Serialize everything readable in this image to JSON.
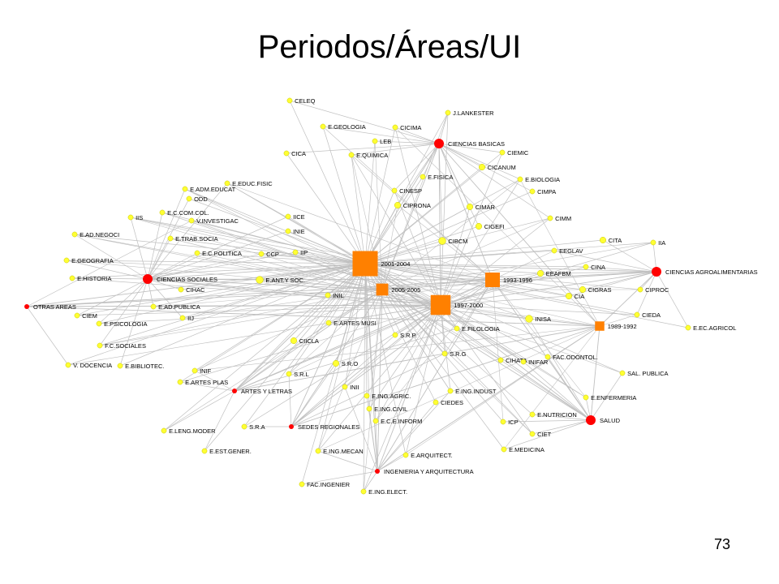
{
  "slide": {
    "title": "Periodos/Áreas/UI",
    "page_number": "73"
  },
  "colors": {
    "period": "#ff8000",
    "area": "#ff0000",
    "unit": "#ffff33",
    "unit_stroke": "#c8c800",
    "edge": "#c0c0c0"
  },
  "periods": [
    {
      "id": "p2001",
      "label": "2001-2004",
      "weight": 4
    },
    {
      "id": "p1997",
      "label": "1997-2000",
      "weight": 3
    },
    {
      "id": "p1993",
      "label": "1993-1996",
      "weight": 2
    },
    {
      "id": "p2005",
      "label": "2005-2005",
      "weight": 1.5
    },
    {
      "id": "p1989",
      "label": "1989-1992",
      "weight": 1
    }
  ],
  "areas": [
    {
      "id": "a_cb",
      "label": "CIENCIAS BASICAS"
    },
    {
      "id": "a_cag",
      "label": "CIENCIAS AGROALIMENTARIAS"
    },
    {
      "id": "a_cs",
      "label": "CIENCIAS SOCIALES"
    },
    {
      "id": "a_sal",
      "label": "SALUD"
    },
    {
      "id": "a_oa",
      "label": "OTRAS AREAS"
    },
    {
      "id": "a_al",
      "label": "ARTES Y LETRAS"
    },
    {
      "id": "a_sr",
      "label": "SEDES REGIONALES"
    },
    {
      "id": "a_ia",
      "label": "INGENIERIA Y ARQUITECTURA"
    }
  ],
  "units": [
    {
      "id": "u1",
      "label": "CELEQ",
      "area": "a_cb",
      "size": 1
    },
    {
      "id": "u2",
      "label": "J.LANKESTER",
      "area": "a_cb",
      "size": 1
    },
    {
      "id": "u3",
      "label": "E.GEOLOGIA",
      "area": "a_cb",
      "size": 1
    },
    {
      "id": "u4",
      "label": "CICIMA",
      "area": "a_cb",
      "size": 1
    },
    {
      "id": "u5",
      "label": "LEB",
      "area": "a_cb",
      "size": 1
    },
    {
      "id": "u6",
      "label": "CIEMIC",
      "area": "a_cb",
      "size": 1
    },
    {
      "id": "u7",
      "label": "CICA",
      "area": "a_cb",
      "size": 1
    },
    {
      "id": "u8",
      "label": "E.QUIMICA",
      "area": "a_cb",
      "size": 1
    },
    {
      "id": "u9",
      "label": "CICANUM",
      "area": "a_cb",
      "size": 1.5
    },
    {
      "id": "u10",
      "label": "E.FISICA",
      "area": "a_cb",
      "size": 1
    },
    {
      "id": "u11",
      "label": "E.BIOLOGIA",
      "area": "a_cb",
      "size": 1
    },
    {
      "id": "u12",
      "label": "CIMPA",
      "area": "a_cb",
      "size": 1
    },
    {
      "id": "u13",
      "label": "CINESP",
      "area": "a_cb",
      "size": 1
    },
    {
      "id": "u14",
      "label": "CIPRONA",
      "area": "a_cb",
      "size": 1.5
    },
    {
      "id": "u15",
      "label": "CIMAR",
      "area": "a_cb",
      "size": 1.5
    },
    {
      "id": "u16",
      "label": "CIGEFI",
      "area": "a_cb",
      "size": 1.5
    },
    {
      "id": "u17",
      "label": "CIMM",
      "area": "a_cb",
      "size": 1
    },
    {
      "id": "u18",
      "label": "CIBCM",
      "area": "a_cb",
      "size": 2
    },
    {
      "id": "u19",
      "label": "E.EDUC.FISIC",
      "area": "a_cs",
      "size": 1
    },
    {
      "id": "u20",
      "label": "E.ADM.EDUCAT",
      "area": "a_cs",
      "size": 1
    },
    {
      "id": "u21",
      "label": "ODD",
      "area": "a_cs",
      "size": 1
    },
    {
      "id": "u22",
      "label": "E.C.COM.COL.",
      "area": "a_cs",
      "size": 1
    },
    {
      "id": "u23",
      "label": "IIS",
      "area": "a_cs",
      "size": 1
    },
    {
      "id": "u24",
      "label": "V.INVESTIGAC",
      "area": "a_oa",
      "size": 1
    },
    {
      "id": "u25",
      "label": "IICE",
      "area": "a_cs",
      "size": 1
    },
    {
      "id": "u26",
      "label": "E.AD.NEGOCI",
      "area": "a_cs",
      "size": 1
    },
    {
      "id": "u27",
      "label": "INIE",
      "area": "a_cs",
      "size": 1
    },
    {
      "id": "u28",
      "label": "E.TRAB.SOCIA",
      "area": "a_cs",
      "size": 1
    },
    {
      "id": "u29",
      "label": "E.C.POLITICA",
      "area": "a_cs",
      "size": 1
    },
    {
      "id": "u30",
      "label": "CCP",
      "area": "a_cs",
      "size": 1
    },
    {
      "id": "u31",
      "label": "IIP",
      "area": "a_cs",
      "size": 1
    },
    {
      "id": "u32",
      "label": "E.GEOGRAFIA",
      "area": "a_cs",
      "size": 1
    },
    {
      "id": "u33",
      "label": "E.HISTORIA",
      "area": "a_cs",
      "size": 1
    },
    {
      "id": "u34",
      "label": "CIHAC",
      "area": "a_cs",
      "size": 1
    },
    {
      "id": "u35",
      "label": "E.ANT.Y SOC.",
      "area": "a_cs",
      "size": 2
    },
    {
      "id": "u36",
      "label": "INIL",
      "area": "a_al",
      "size": 1
    },
    {
      "id": "u37",
      "label": "E.AD.PUBLICA",
      "area": "a_cs",
      "size": 1
    },
    {
      "id": "u38",
      "label": "IIJ",
      "area": "a_cs",
      "size": 1
    },
    {
      "id": "u39",
      "label": "CIEM",
      "area": "a_cs",
      "size": 1
    },
    {
      "id": "u40",
      "label": "E.PSICOLOGIA",
      "area": "a_cs",
      "size": 1
    },
    {
      "id": "u41",
      "label": "F.C.SOCIALES",
      "area": "a_cs",
      "size": 1
    },
    {
      "id": "u42",
      "label": "V. DOCENCIA",
      "area": "a_oa",
      "size": 1
    },
    {
      "id": "u43",
      "label": "E.BIBLIOTEC.",
      "area": "a_cs",
      "size": 1
    },
    {
      "id": "u44",
      "label": "E.ARTES MUSI",
      "area": "a_al",
      "size": 1
    },
    {
      "id": "u45",
      "label": "CIICLA",
      "area": "a_al",
      "size": 1.5
    },
    {
      "id": "u46",
      "label": "S.R.P.",
      "area": "a_sr",
      "size": 1
    },
    {
      "id": "u47",
      "label": "INIF",
      "area": "a_al",
      "size": 1
    },
    {
      "id": "u48",
      "label": "E.ARTES PLAS",
      "area": "a_al",
      "size": 1
    },
    {
      "id": "u49",
      "label": "S.R.O",
      "area": "a_sr",
      "size": 1.5
    },
    {
      "id": "u50",
      "label": "S.R.L",
      "area": "a_sr",
      "size": 1
    },
    {
      "id": "u51",
      "label": "INII",
      "area": "a_ia",
      "size": 1
    },
    {
      "id": "u52",
      "label": "E.ING.AGRIC.",
      "area": "a_ia",
      "size": 1
    },
    {
      "id": "u53",
      "label": "E.ING.CIVIL",
      "area": "a_ia",
      "size": 1
    },
    {
      "id": "u54",
      "label": "CIEDES",
      "area": "a_ia",
      "size": 1
    },
    {
      "id": "u55",
      "label": "E.C.E.INFORM",
      "area": "a_ia",
      "size": 1
    },
    {
      "id": "u56",
      "label": "E.LENG.MODER",
      "area": "a_al",
      "size": 1
    },
    {
      "id": "u57",
      "label": "S.R.A",
      "area": "a_sr",
      "size": 1
    },
    {
      "id": "u58",
      "label": "E.EST.GENER.",
      "area": "a_al",
      "size": 1
    },
    {
      "id": "u59",
      "label": "E.ING.MECAN",
      "area": "a_ia",
      "size": 1
    },
    {
      "id": "u60",
      "label": "E.ARQUITECT.",
      "area": "a_ia",
      "size": 1
    },
    {
      "id": "u61",
      "label": "FAC.INGENIER",
      "area": "a_ia",
      "size": 1
    },
    {
      "id": "u62",
      "label": "E.ING.ELECT.",
      "area": "a_ia",
      "size": 1
    },
    {
      "id": "u63",
      "label": "E.FILOLOGIA",
      "area": "a_al",
      "size": 1
    },
    {
      "id": "u64",
      "label": "S.R.G",
      "area": "a_sr",
      "size": 1
    },
    {
      "id": "u65",
      "label": "CIHATA",
      "area": "a_sal",
      "size": 1
    },
    {
      "id": "u66",
      "label": "INIFAR",
      "area": "a_sal",
      "size": 1
    },
    {
      "id": "u67",
      "label": "FAC.ODONTOL.",
      "area": "a_sal",
      "size": 1
    },
    {
      "id": "u68",
      "label": "E.ING.INDUST",
      "area": "a_ia",
      "size": 1
    },
    {
      "id": "u69",
      "label": "ICP",
      "area": "a_sal",
      "size": 1
    },
    {
      "id": "u70",
      "label": "E.NUTRICION",
      "area": "a_sal",
      "size": 1
    },
    {
      "id": "u71",
      "label": "CIET",
      "area": "a_sal",
      "size": 1
    },
    {
      "id": "u72",
      "label": "E.MEDICINA",
      "area": "a_sal",
      "size": 1
    },
    {
      "id": "u73",
      "label": "E.ENFERMERIA",
      "area": "a_sal",
      "size": 1
    },
    {
      "id": "u74",
      "label": "SAL. PUBLICA",
      "area": "a_sal",
      "size": 1
    },
    {
      "id": "u75",
      "label": "INISA",
      "area": "a_sal",
      "size": 2
    },
    {
      "id": "u76",
      "label": "CITA",
      "area": "a_cag",
      "size": 1.5
    },
    {
      "id": "u77",
      "label": "IIA",
      "area": "a_cag",
      "size": 1
    },
    {
      "id": "u78",
      "label": "EEGLAV",
      "area": "a_cag",
      "size": 1
    },
    {
      "id": "u79",
      "label": "CINA",
      "area": "a_cag",
      "size": 1
    },
    {
      "id": "u80",
      "label": "EEAFBM",
      "area": "a_cag",
      "size": 1.5
    },
    {
      "id": "u81",
      "label": "CIGRAS",
      "area": "a_cag",
      "size": 1.5
    },
    {
      "id": "u82",
      "label": "CIA",
      "area": "a_cag",
      "size": 1.5
    },
    {
      "id": "u83",
      "label": "CIPROC",
      "area": "a_cag",
      "size": 1
    },
    {
      "id": "u84",
      "label": "CIEDA",
      "area": "a_cag",
      "size": 1
    },
    {
      "id": "u85",
      "label": "E.EC.AGRICOL",
      "area": "a_cag",
      "size": 1
    }
  ]
}
